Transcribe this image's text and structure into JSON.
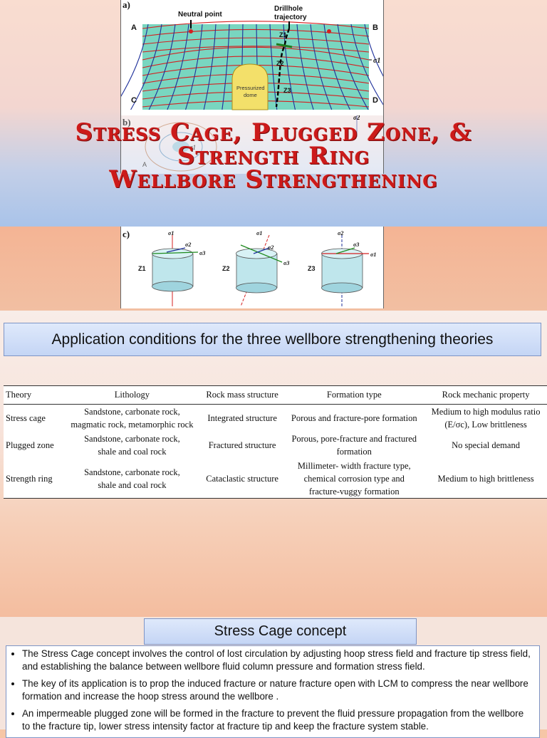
{
  "title": {
    "line1": "Stress Cage, Plugged Zone, &",
    "line2": "Strength Ring",
    "line3": "Wellbore Strengthening"
  },
  "figure": {
    "panel_a_label": "a)",
    "panel_b_label": "b)",
    "panel_c_label": "c)",
    "neutral_point": "Neutral point",
    "drillhole_1": "Drillhole",
    "drillhole_2": "trajectory",
    "corner_a": "A",
    "corner_b": "B",
    "corner_c": "C",
    "corner_d": "D",
    "dome_1": "Pressurized",
    "dome_2": "dome",
    "sigma1": "σ1",
    "sigma2": "σ2",
    "sigma3": "σ3",
    "z1": "Z1",
    "z2": "Z2",
    "z3": "Z3"
  },
  "banner": "Application conditions for the three wellbore strengthening theories",
  "table": {
    "headers": [
      "Theory",
      "Lithology",
      "Rock mass structure",
      "Formation type",
      "Rock mechanic property"
    ],
    "rows": [
      {
        "theory": "Stress cage",
        "lith1": "Sandstone, carbonate rock,",
        "lith2": "magmatic rock, metamorphic rock",
        "structure": "Integrated structure",
        "form1": "Porous and fracture-pore formation",
        "form2": "",
        "form3": "",
        "prop1": "Medium to high modulus ratio",
        "prop2": "(E/σc), Low brittleness"
      },
      {
        "theory": "Plugged zone",
        "lith1": "Sandstone, carbonate rock,",
        "lith2": "shale and coal rock",
        "structure": "Fractured structure",
        "form1": "Porous, pore-fracture and fractured",
        "form2": "formation",
        "form3": "",
        "prop1": "No special demand",
        "prop2": ""
      },
      {
        "theory": "Strength ring",
        "lith1": "Sandstone, carbonate rock,",
        "lith2": "shale and coal rock",
        "structure": "Cataclastic structure",
        "form1": "Millimeter- width fracture type,",
        "form2": "chemical corrosion type and",
        "form3": "fracture-vuggy formation",
        "prop1": "Medium to high brittleness",
        "prop2": ""
      }
    ]
  },
  "stress_cage": {
    "title": "Stress Cage concept",
    "bullets": [
      "The Stress Cage concept involves the control of lost circulation by adjusting hoop stress field and fracture tip stress field, and establishing the balance between wellbore fluid column pressure and formation stress field.",
      "The key of its application is to prop the induced fracture or nature fracture open with LCM to compress the near wellbore formation and increase the hoop stress around the wellbore .",
      "An impermeable plugged zone will be formed in the fracture to prevent the fluid pressure propagation from the wellbore to the fracture tip, lower stress intensity factor at fracture tip and keep the fracture system stable."
    ]
  },
  "colors": {
    "title_red": "#cc1a1a",
    "grid_red": "#d42020",
    "grid_blue": "#1d2f9a",
    "grid_bg": "#79d6c0",
    "dome": "#f3e06a"
  }
}
